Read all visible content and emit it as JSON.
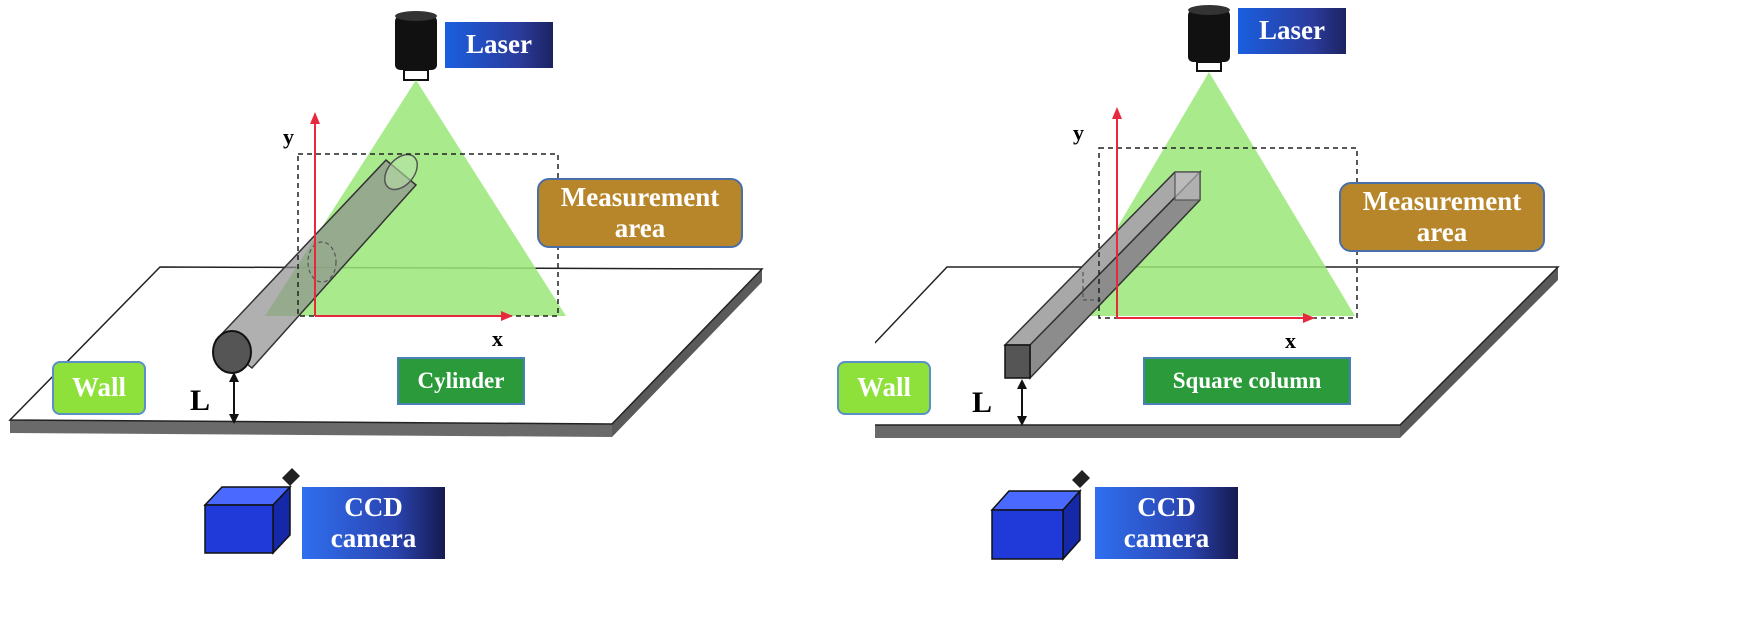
{
  "left": {
    "laser": "Laser",
    "measurement_area": [
      "Measurement",
      "area"
    ],
    "axis_y": "y",
    "axis_x": "x",
    "wall": "Wall",
    "gap": "L",
    "object": "Cylinder",
    "camera": [
      "CCD",
      "camera"
    ]
  },
  "right": {
    "laser": "Laser",
    "measurement_area": [
      "Measurement",
      "area"
    ],
    "axis_y": "y",
    "axis_x": "x",
    "wall": "Wall",
    "gap": "L",
    "object": "Square column",
    "camera": [
      "CCD",
      "camera"
    ]
  },
  "colors": {
    "laser_sheet": "#9ae878",
    "axis": "#e8283c",
    "cylinder_body": "#a8a8a8",
    "camera_body": "#1f3ad8",
    "measurement_area_box": "#b8862a",
    "wall_box": "#8ee03a",
    "object_box": "#2b9a3a"
  }
}
